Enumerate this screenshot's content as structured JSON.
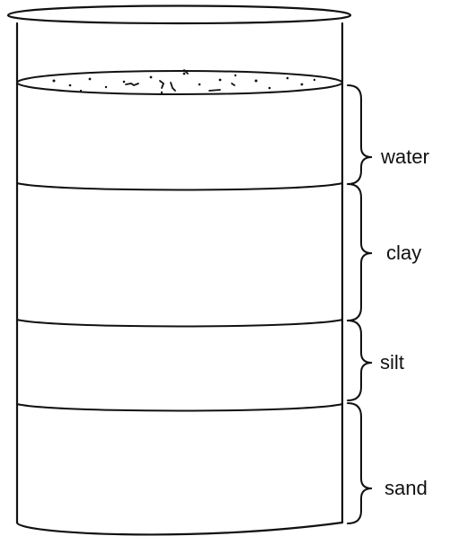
{
  "layers": [
    {
      "key": "water",
      "label": "water"
    },
    {
      "key": "clay",
      "label": "clay"
    },
    {
      "key": "silt",
      "label": "silt"
    },
    {
      "key": "sand",
      "label": "sand"
    }
  ]
}
